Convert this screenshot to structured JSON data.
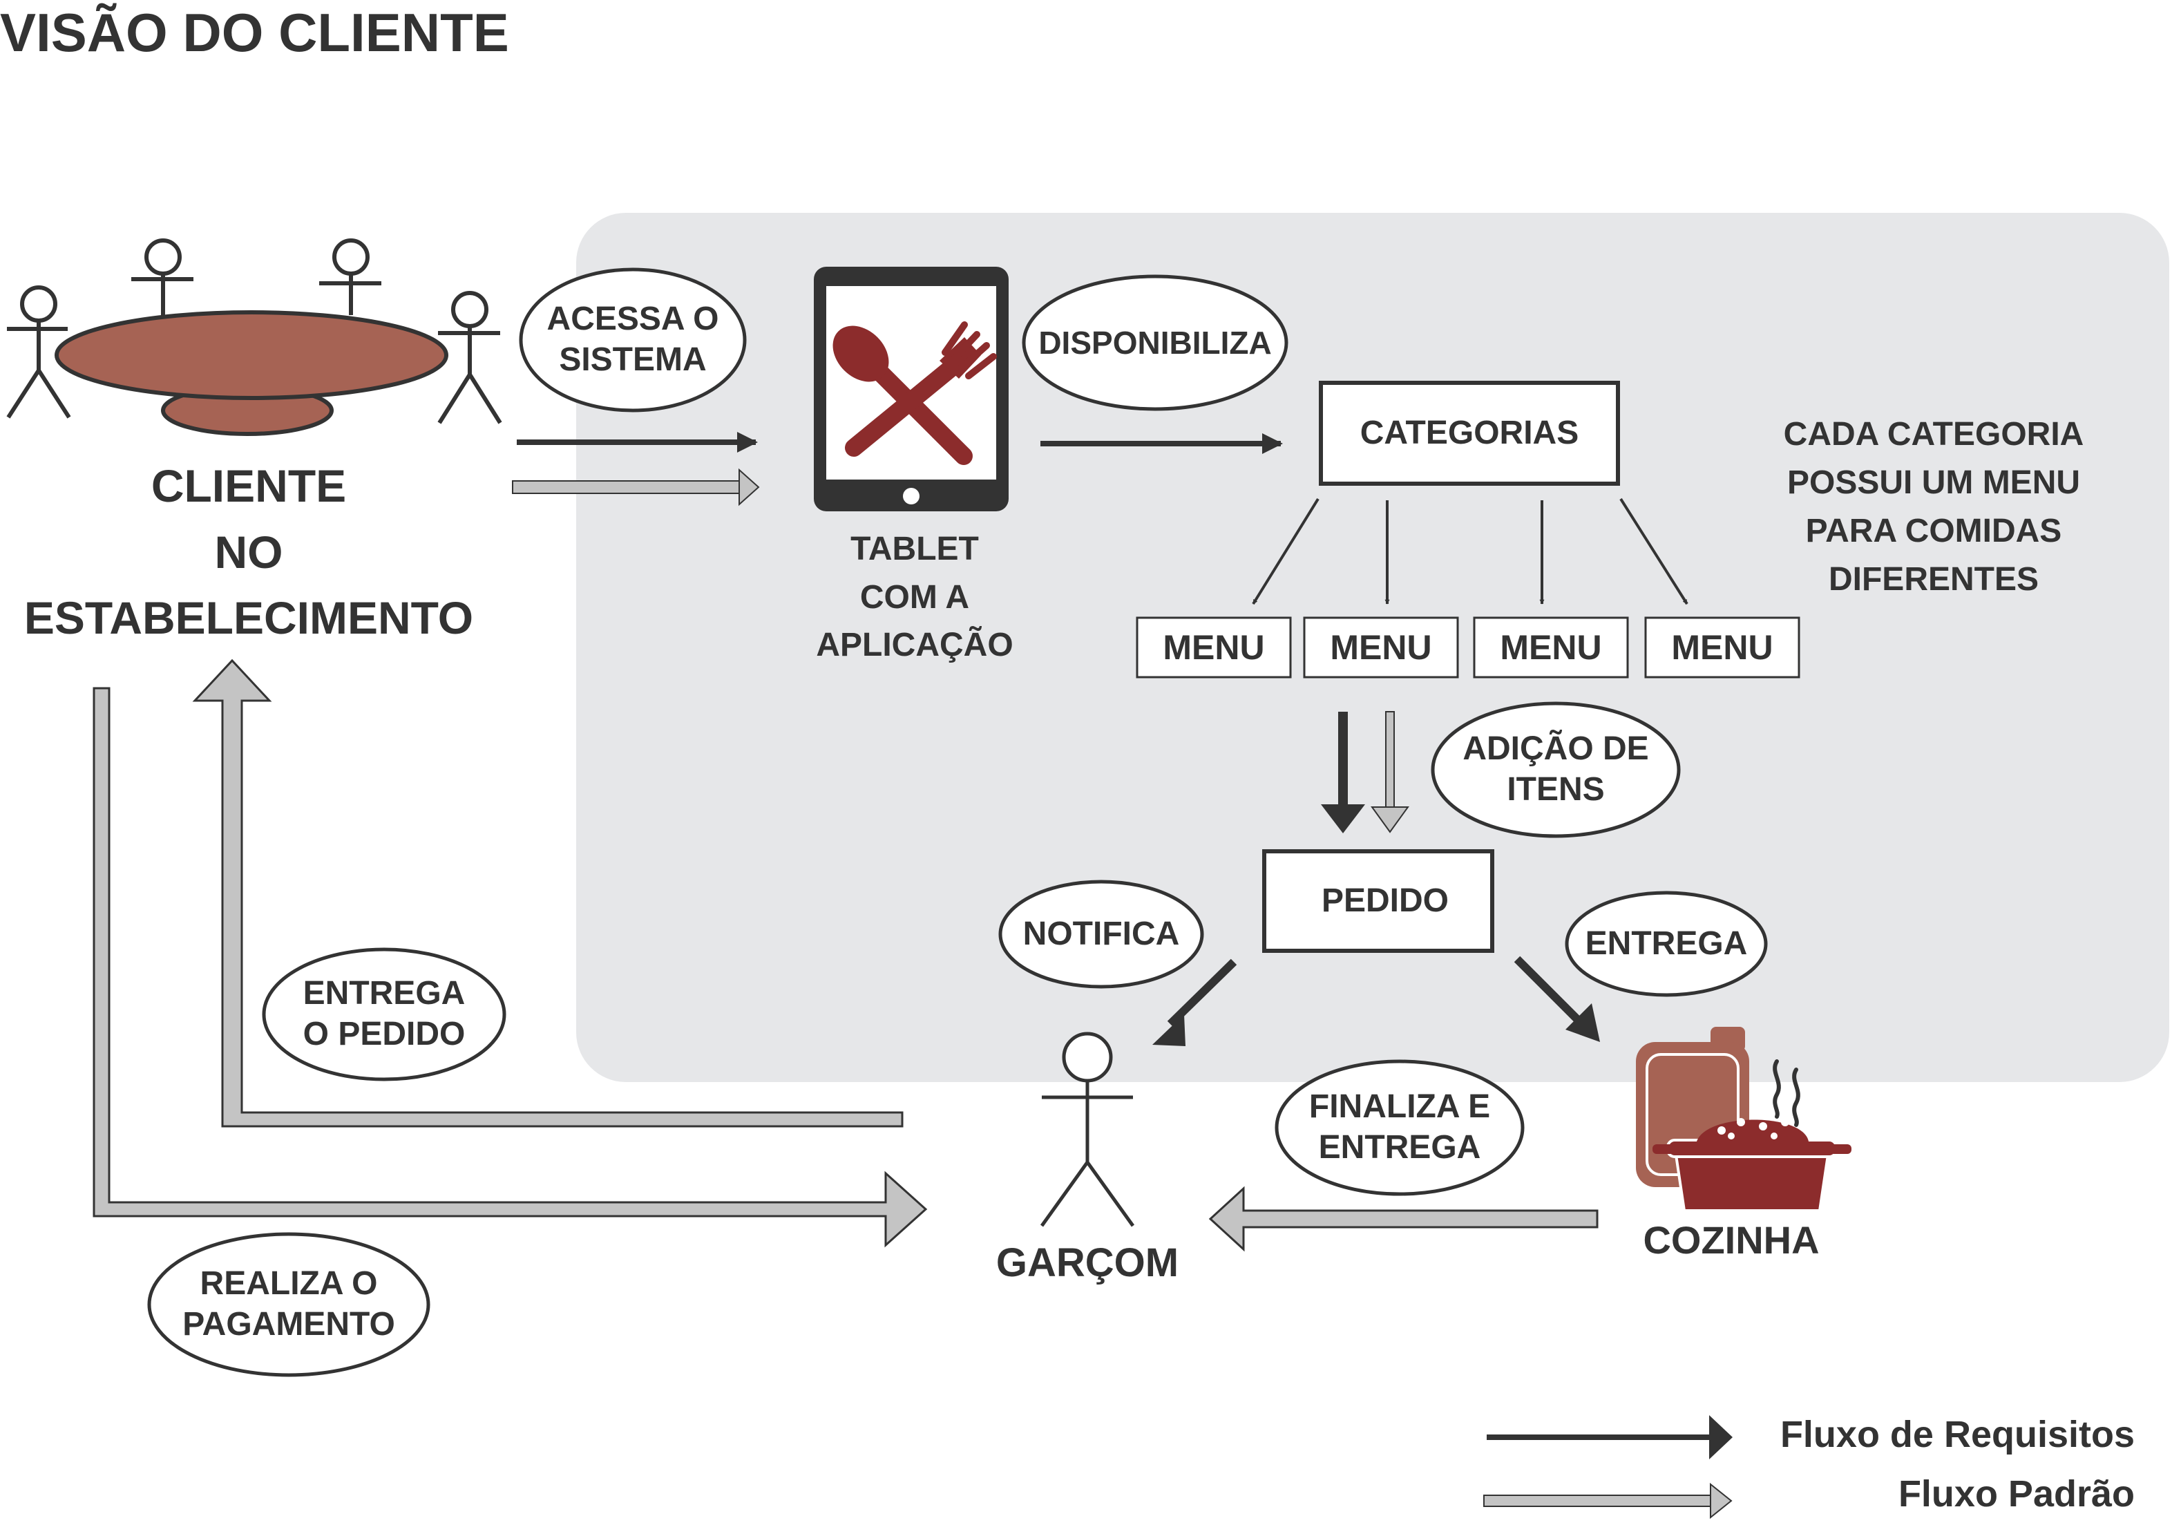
{
  "title": "VISÃO DO CLIENTE",
  "colors": {
    "panel": "#e6e7e9",
    "accent_brown": "#a66354",
    "accent_red": "#8c2c2c",
    "dark_arrow": "#333333",
    "light_arrow": "#c4c4c4",
    "text": "#333333"
  },
  "actors": {
    "client": "CLIENTE\nNO\nESTABELECIMENTO",
    "waiter": "GARÇOM",
    "kitchen": "COZINHA"
  },
  "tablet_label": "TABLET\nCOM A\nAPLICAÇÃO",
  "ovals": {
    "access": "ACESSA O\nSISTEMA",
    "provides": "DISPONIBILIZA",
    "add_items": "ADIÇÃO DE\nITENS",
    "notify": "NOTIFICA",
    "deliver": "ENTREGA",
    "deliver_order": "ENTREGA\nO PEDIDO",
    "finalize": "FINALIZA E\nENTREGA",
    "payment": "REALIZA O\nPAGAMENTO"
  },
  "boxes": {
    "categories": "CATEGORIAS",
    "order": "PEDIDO",
    "menus": [
      "MENU",
      "MENU",
      "MENU",
      "MENU"
    ]
  },
  "note": "CADA CATEGORIA\nPOSSUI UM MENU\nPARA COMIDAS\nDIFERENTES",
  "legend": {
    "requirements_flow": "Fluxo de Requisitos",
    "standard_flow": "Fluxo Padrão"
  },
  "icons": [
    "stick-figure-icon",
    "round-table-icon",
    "tablet-icon",
    "spoon-icon",
    "fork-icon",
    "cutting-board-icon",
    "casserole-dish-icon",
    "steam-icon"
  ]
}
